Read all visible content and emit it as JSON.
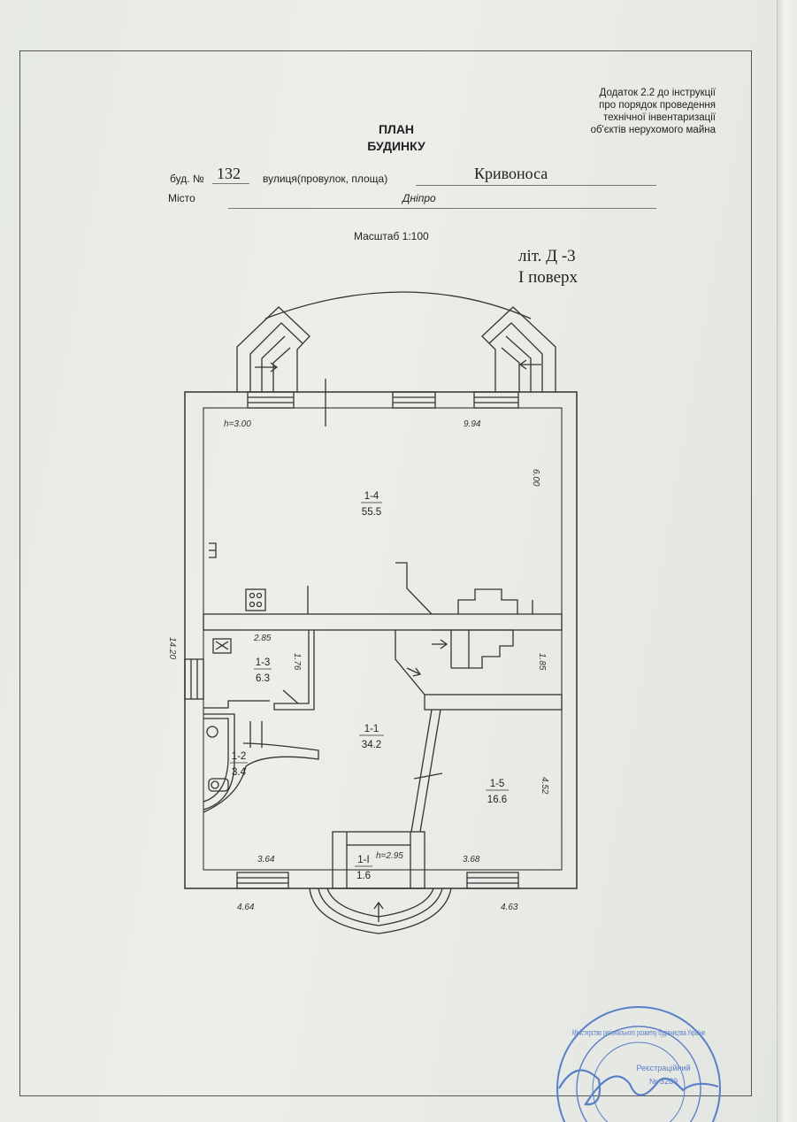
{
  "appendix": {
    "line1": "Додаток 2.2 до інструкції",
    "line2": "про  порядок проведення",
    "line3": "технічної   інвентаризації",
    "line4": "об'єктів нерухомого майна"
  },
  "title": {
    "line1": "ПЛАН",
    "line2": "БУДИНКУ"
  },
  "address": {
    "building_label": "буд. №",
    "building_no": "132",
    "street_label": "вулиця(провулок, площа)",
    "street": "Кривоноса",
    "city_label": "Місто",
    "city": "Дніпро"
  },
  "scale": "Масштаб 1:100",
  "liter": {
    "line1": "літ. Д -3",
    "line2": "І поверх"
  },
  "rooms": [
    {
      "id": "1-4",
      "area": "55.5"
    },
    {
      "id": "1-3",
      "area": "6.3"
    },
    {
      "id": "1-1",
      "area": "34.2"
    },
    {
      "id": "1-2",
      "area": "3.4"
    },
    {
      "id": "1-5",
      "area": "16.6"
    },
    {
      "id": "1-I",
      "area": "1.6"
    }
  ],
  "dimensions": {
    "height_main": "h=3.00",
    "width_top": "9.94",
    "height_right_top": "6.00",
    "total_height": "14.20",
    "d_285": "2.85",
    "d_176": "1.76",
    "d_185": "1.85",
    "d_452": "4.52",
    "d_364": "3.64",
    "d_368": "3.68",
    "height_porch": "h=2.95",
    "bottom_left": "4.64",
    "bottom_right": "4.63"
  },
  "stamp": {
    "text": "Міністерство регіонального розвитку будівництва України",
    "reg_label": "Реєстраційний",
    "reg_no": "№ 3289",
    "color": "#5a7fc8"
  }
}
